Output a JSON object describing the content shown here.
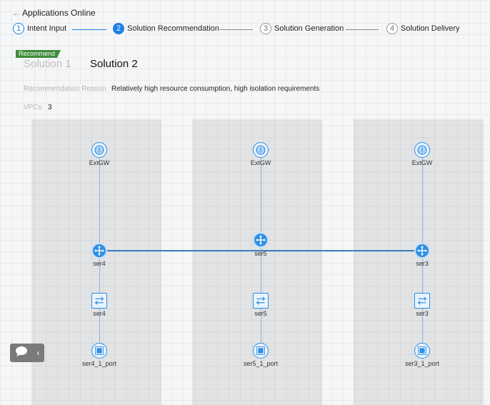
{
  "header": {
    "back_icon": "arrow-left-icon",
    "title": "Applications Online"
  },
  "steps": [
    {
      "number": "1",
      "label": "Intent Input",
      "state": "done"
    },
    {
      "number": "2",
      "label": "Solution Recommendation",
      "state": "active"
    },
    {
      "number": "3",
      "label": "Solution Generation",
      "state": "todo"
    },
    {
      "number": "4",
      "label": "Solution Delivery",
      "state": "todo"
    }
  ],
  "recommend_tag": "Recommend",
  "tabs": [
    {
      "label": "Solution 1",
      "selected": false
    },
    {
      "label": "Solution 2",
      "selected": true
    }
  ],
  "info": {
    "reason_label": "Recommendation Reason",
    "reason_value": "Relatively high resource consumption, high isolation requirements",
    "vpcs_label": "VPCs",
    "vpcs_value": "3"
  },
  "topology": {
    "columns": [
      {
        "gateway": "ExtGW",
        "server": "ser4",
        "switch": "ser4",
        "port": "ser4_1_port"
      },
      {
        "gateway": "ExtGW",
        "server": "ser5",
        "switch": "ser5",
        "port": "ser5_1_port"
      },
      {
        "gateway": "ExtGW",
        "server": "ser3",
        "switch": "ser3",
        "port": "ser3_1_port"
      }
    ]
  },
  "colors": {
    "accent": "#1e7ee6",
    "recommend": "#3f8c3a",
    "chat": "#7a7a7a"
  },
  "chat_widget": {
    "icon": "chat-bubble-icon",
    "toggle_icon": "chevron-left-icon"
  }
}
